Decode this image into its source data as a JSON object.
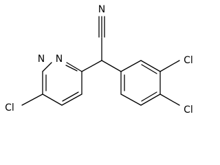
{
  "molecule": {
    "atoms": {
      "nitrogen_nitrile": "N",
      "nitrogen_ring_1": "N",
      "nitrogen_ring_2": "N",
      "chlorine_pyridazine": "Cl",
      "chlorine_meta": "Cl",
      "chlorine_para": "Cl"
    },
    "colors": {
      "bond": "#000000",
      "label": "#000000",
      "background": "#ffffff"
    }
  }
}
